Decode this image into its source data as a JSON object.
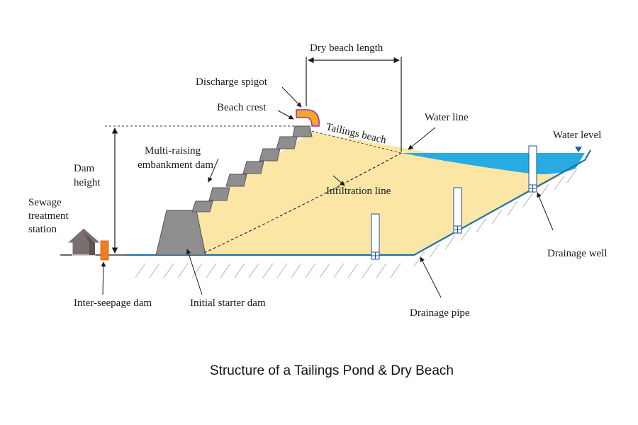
{
  "title": "Structure of a Tailings Pond & Dry Beach",
  "labels": {
    "dry_beach_length": "Dry beach length",
    "discharge_spigot": "Discharge spigot",
    "beach_crest": "Beach crest",
    "water_line": "Water line",
    "tailings_beach": "Tailings beach",
    "water_level": "Water level",
    "dam_height_1": "Dam",
    "dam_height_2": "height",
    "multi_raising_1": "Multi-raising",
    "multi_raising_2": "embankment dam",
    "infiltration_line": "Infiltration line",
    "sewage_1": "Sewage",
    "sewage_2": "treatment",
    "sewage_3": "station",
    "drainage_well": "Drainage well",
    "inter_seepage_dam": "Inter-seepage dam",
    "initial_starter_dam": "Initial starter dam",
    "drainage_pipe": "Drainage pipe"
  },
  "colors": {
    "tailings": "#fbe6a6",
    "water": "#29abe2",
    "dam": "#8e8e8e",
    "pipe": "#1f6fa8",
    "spigot": "#f5a623",
    "spigot_outline": "#9b2fae",
    "inter_seepage_dam": "#f07d22",
    "sewage_station": "#7a6e6e",
    "water_level_marker": "#1f5fbf"
  }
}
